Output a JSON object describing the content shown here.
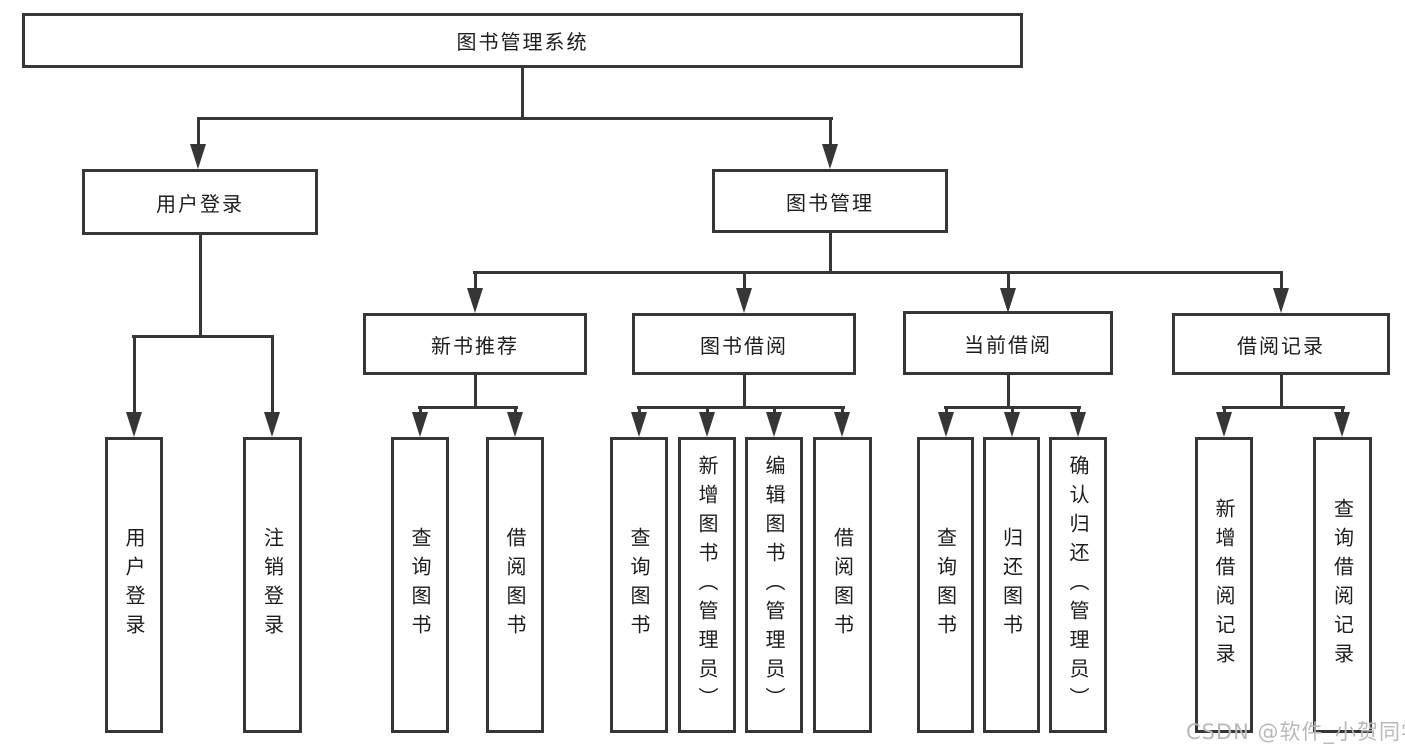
{
  "diagram": {
    "type": "hierarchy-tree",
    "root": {
      "label": "图书管理系统",
      "children": [
        {
          "label": "用户登录",
          "children": [
            {
              "label": "用户登录"
            },
            {
              "label": "注销登录"
            }
          ]
        },
        {
          "label": "图书管理",
          "children": [
            {
              "label": "新书推荐",
              "children": [
                {
                  "label": "查询图书"
                },
                {
                  "label": "借阅图书"
                }
              ]
            },
            {
              "label": "图书借阅",
              "children": [
                {
                  "label": "查询图书"
                },
                {
                  "label": "新增图书（管理员）"
                },
                {
                  "label": "编辑图书（管理员）"
                },
                {
                  "label": "借阅图书"
                }
              ]
            },
            {
              "label": "当前借阅",
              "children": [
                {
                  "label": "查询图书"
                },
                {
                  "label": "归还图书"
                },
                {
                  "label": "确认归还（管理员）"
                }
              ]
            },
            {
              "label": "借阅记录",
              "children": [
                {
                  "label": "新增借阅记录"
                },
                {
                  "label": "查询借阅记录"
                }
              ]
            }
          ]
        }
      ]
    },
    "colors": {
      "line": "#363636",
      "text": "#1d1d1d",
      "background": "#ffffff"
    }
  },
  "watermark": {
    "text": "CSDN @软件_小贺同学",
    "color": "#b9b9b9"
  }
}
